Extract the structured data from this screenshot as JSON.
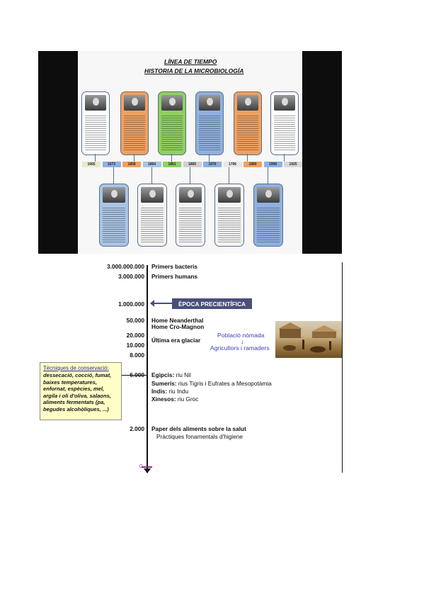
{
  "poster": {
    "title_line1": "LÍNEA DE TIEMPO",
    "title_line2": "HISTORIA DE LA MICROBIOLOGÍA",
    "years": [
      "1665",
      "1673",
      "1858",
      "1864",
      "1861",
      "1865",
      "1876",
      "1796",
      "1880",
      "1908",
      "1925"
    ],
    "year_colors": [
      "#e9e9c9",
      "#8fb0e0",
      "#f0a060",
      "#aac4e4",
      "#8fd060",
      "#d0d0d0",
      "#8fb0e0",
      "#e8e8e8",
      "#f0a060",
      "#8fb0e0",
      "#d8d8d8"
    ],
    "top_card_colors": [
      "#ffffff",
      "#f0a060",
      "#8fd060",
      "#8fb0e0",
      "#f0a060",
      "#ffffff"
    ],
    "bottom_card_colors": [
      "#aac4e4",
      "#f4f4f4",
      "#f4f4f4",
      "#f4f4f4",
      "#8fb0e0"
    ]
  },
  "timeline": {
    "rows": [
      {
        "num": "3.000.000.000",
        "label": "Primers bacteris",
        "bold": true
      },
      {
        "num": "3.000.000",
        "label": "Primers humans",
        "bold": true
      },
      {
        "num": "1.000.000",
        "label": "",
        "bold": false
      },
      {
        "num": "50.000",
        "label": "Home Neanderthal",
        "bold": true
      },
      {
        "num": "",
        "label": "Home Cro-Magnon",
        "bold": true
      },
      {
        "num": "20.000",
        "label": "",
        "bold": false
      },
      {
        "num": "10.000",
        "label": "Última era glaciar",
        "bold": true
      },
      {
        "num": "8.000",
        "label": "",
        "bold": false
      },
      {
        "num": "6.000",
        "label": "",
        "bold": false
      },
      {
        "num": "2.000",
        "label": "Paper dels aliments sobre la salut",
        "bold": true
      },
      {
        "num": "0",
        "label": "",
        "bold": false
      }
    ],
    "civilizations": [
      {
        "name": "Egipcis:",
        "place": " riu Nil"
      },
      {
        "name": "Sumeris:",
        "place": " rius Tigris i Eufrates a Mesopotàmia"
      },
      {
        "name": "Indis:",
        "place": " riu Indu"
      },
      {
        "name": "Xinesos:",
        "place": " riu Groc"
      }
    ],
    "hygiene": "Pràctiques fonamentals d'higiene",
    "epoca": "ÈPOCA PRECIENTÍFICA",
    "nomadic": "Població nòmada",
    "arrow": "↓",
    "farmers": "Agricultors i ramaders",
    "box_heading": "Tècniques de conservació:",
    "box_text": "dessecació, cocció, fumat, baixes temperatures, enfornat, espècies, mel, argila i oli d'oliva, salaons, aliments fermentats (pa, begudes alcohòliques, ...)"
  },
  "colors": {
    "accent": "#4a4f7a",
    "blue_text": "#3b3fb4",
    "box_bg": "#ffffc6"
  }
}
